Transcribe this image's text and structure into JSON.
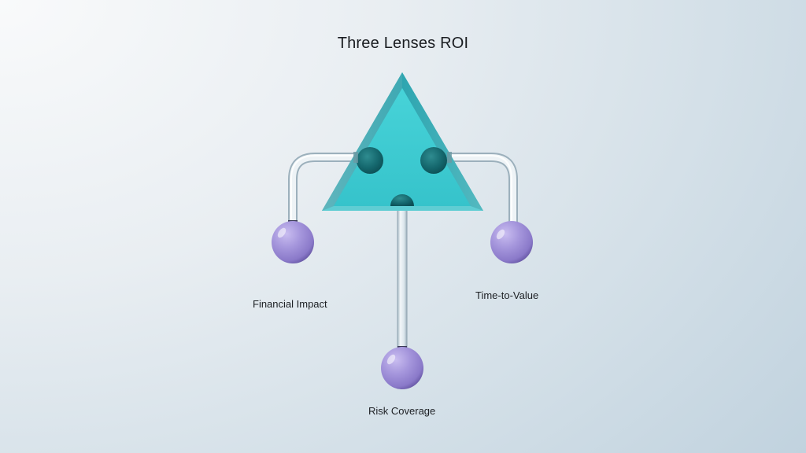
{
  "title": "Three Lenses ROI",
  "center_node": {
    "shape": "triangle",
    "color": "#3cc8cf"
  },
  "nodes": [
    {
      "id": "financial-impact",
      "label": "Financial Impact",
      "color": "#9e8fd6"
    },
    {
      "id": "time-to-value",
      "label": "Time-to-Value",
      "color": "#9e8fd6"
    },
    {
      "id": "risk-coverage",
      "label": "Risk Coverage",
      "color": "#9e8fd6"
    }
  ],
  "colors": {
    "background_light": "#f9fafb",
    "background_dark": "#bccfdc",
    "triangle": "#3cc8cf",
    "sphere": "#9e8fd6",
    "text": "#1a1d21"
  }
}
